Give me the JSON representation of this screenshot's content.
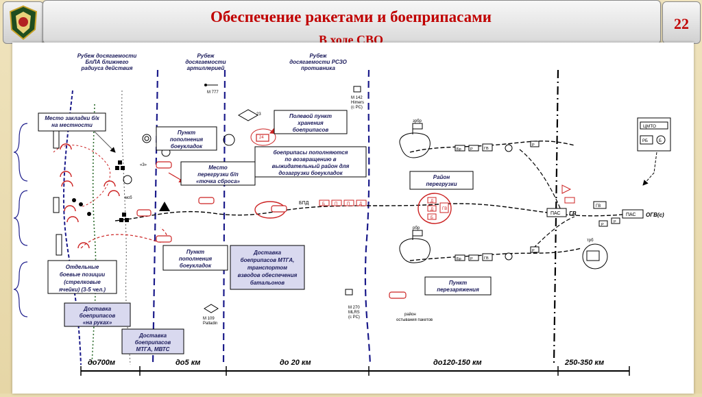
{
  "slide": {
    "title": "Обеспечение ракетами и боеприпасами",
    "subtitle": "В ходе СВО",
    "page_number": "22"
  },
  "colors": {
    "title": "#c00000",
    "dash_line": "#1a1a8a",
    "label_box": "#d9d9ef",
    "accent_red": "#cc2222"
  },
  "headers": {
    "h1": [
      "Рубеж досягаемости",
      "БпЛА ближнего",
      "радиуса действия"
    ],
    "h2": [
      "Рубеж",
      "досягаемости",
      "артиллерией"
    ],
    "h3": [
      "Рубеж",
      "досягаемости РСЗО",
      "противника"
    ]
  },
  "weapons": {
    "m777": "М 777",
    "m142": [
      "М 142",
      "Himers",
      "(с РС)"
    ],
    "m109": [
      "М 109",
      "Palladin"
    ],
    "m270": [
      "М 270",
      "MLRS",
      "(с РС)"
    ]
  },
  "labels": {
    "zakladka": [
      "Место закладки б/к",
      "на местности"
    ],
    "punkt_popolneniya_top": [
      "Пункт",
      "пополнения",
      "боеукладок"
    ],
    "mesto_peregruzki": [
      "Место",
      "перегрузки б/п",
      "«точка сброса»"
    ],
    "polevoy_punkt": [
      "Полевой пункт",
      "хранения",
      "боеприпасов"
    ],
    "popolnyayutsya": [
      "боеприпасы пополняются",
      "по возвращению в",
      "выжидательный район для",
      "дозагрузки боеукладок"
    ],
    "rayon_peregruzki": [
      "Район",
      "перегрузки"
    ],
    "punkt_popolneniya_bot": [
      "Пункт",
      "пополнения",
      "боеукладок"
    ],
    "dostavka_mtga": [
      "Доставка",
      "боеприпасов МТГА,",
      "транспортом",
      "взводов обеспечения",
      "батальонов"
    ],
    "otdelnye": [
      "Отдельные",
      "боевые позиции",
      "(стрелковые",
      "ячейки) (3-5 чел.)"
    ],
    "dostavka_ruki": [
      "Доставка",
      "боеприпасов",
      "«на руках»"
    ],
    "dostavka_mvts": [
      "Доставка",
      "боеприпасов",
      "МТГА, МВТС"
    ],
    "punkt_perezaryazheniya": [
      "Пункт",
      "перезаряжения"
    ],
    "rayon_ostyvaniya": [
      "район",
      "остывания пакетов"
    ]
  },
  "small": {
    "zrbr": "зрбр",
    "rbr": "рбр",
    "trb": "трб",
    "bpd": "БПД",
    "pas": "ПАС",
    "gv": "ГВ",
    "ogv": "ОГВ(с)",
    "cmto": "ЦМТО",
    "rb": "РБ",
    "r": "Р",
    "b": "Б",
    "d": "Д",
    "p": "П",
    "n23": "23",
    "n24": "24",
    "msb": "мсб",
    "n3": "«3»",
    "br": "Бр"
  },
  "distances": [
    "до700м",
    "до5 км",
    "до 20 км",
    "до120-150 км",
    "250-350 км"
  ]
}
